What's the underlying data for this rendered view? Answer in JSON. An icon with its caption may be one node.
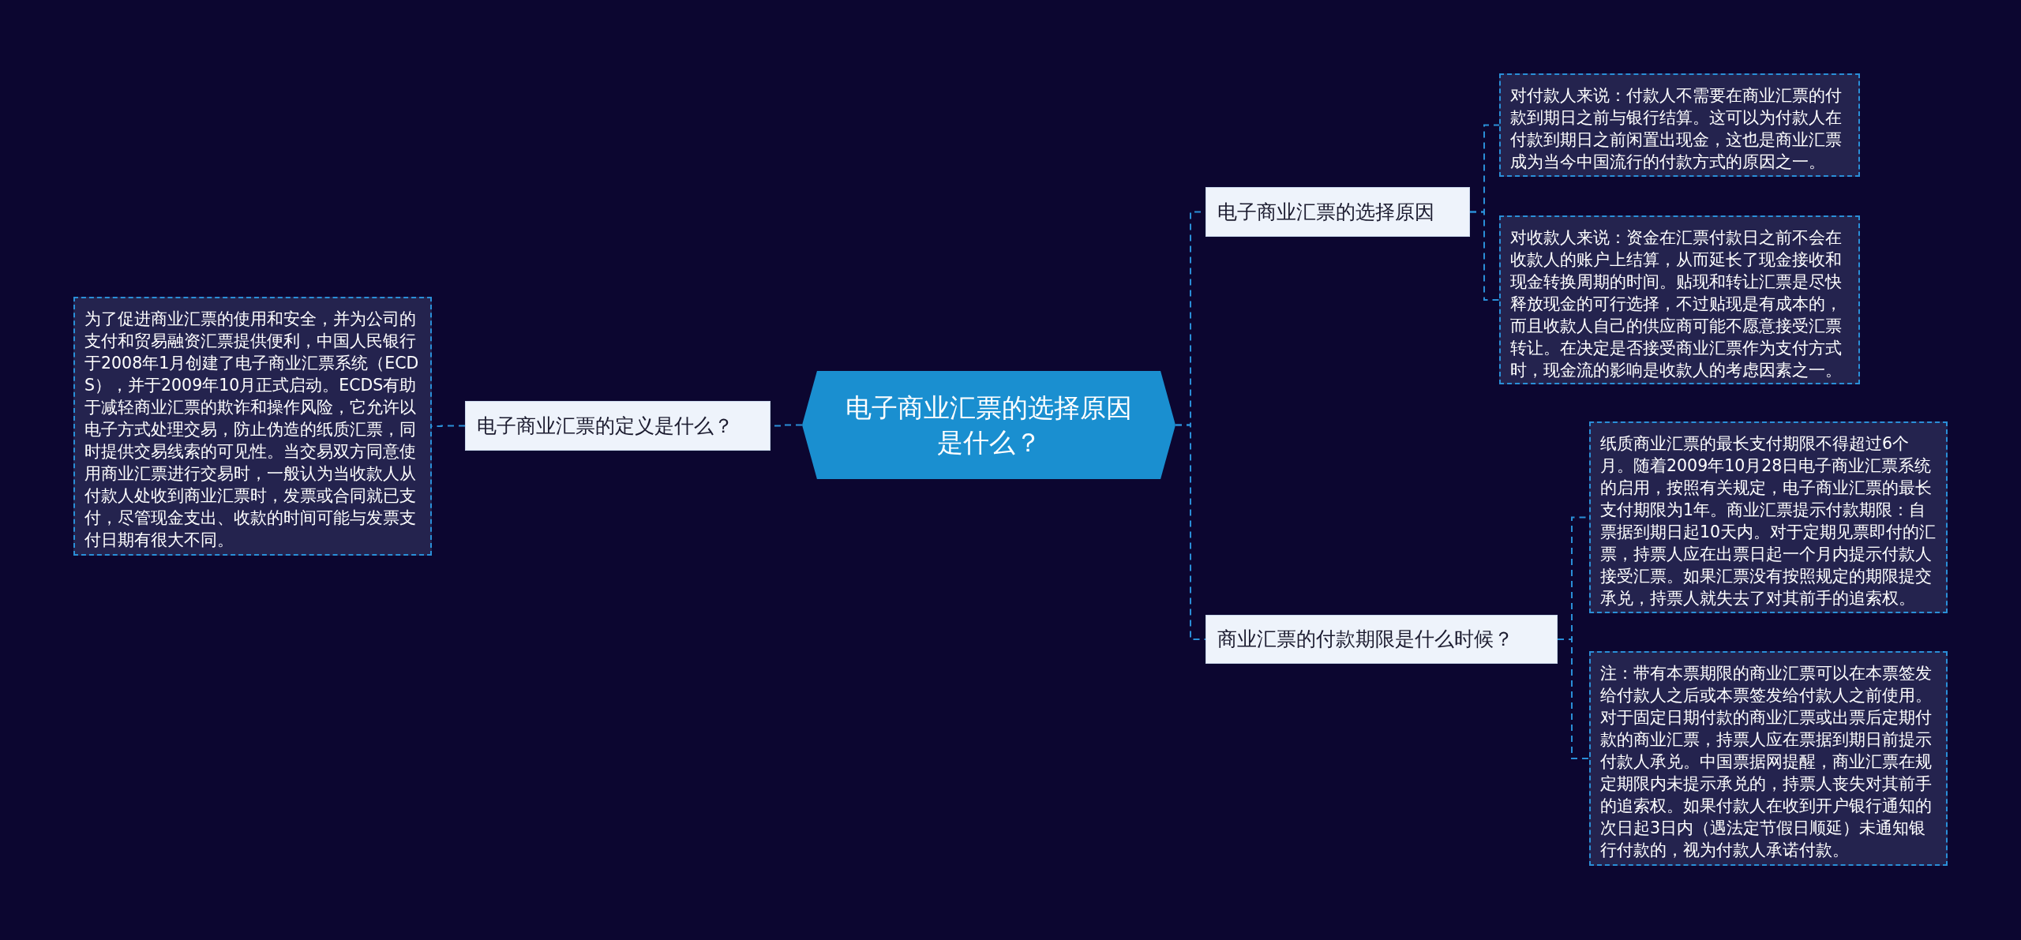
{
  "diagram": {
    "nodes": [
      {
        "text": [
          "电子商业汇票的选择原因是什么？"
        ]
      },
      {
        "text": [
          "电子商业汇票的定义是什么？"
        ]
      },
      {
        "text": [
          "为了促进商业汇票的使用和安全，并为公司的支付和贸易融资汇票提供便利，中国人民银行于2008年1月创建了电子商业汇票系统（ECDS），并于2009年10月正式启动。ECDS有助于减轻商业汇票的欺诈和操作风险，它允许以电子方式处理交易，防止伪造的纸质汇票，同时提供交易线索的可见性。当交易双方同意使用商业汇票进行交易时，一般认为当收款人从付款人处收到商业汇票时，发票或合同就已支付，尽管现金支出、收款的时间可能与发票支付日期有很大不同。"
        ]
      },
      {
        "text": [
          "电子商业汇票的选择原因"
        ]
      },
      {
        "text": [
          "对付款人来说：付款人不需要在商业汇票的付款到期日之前与银行结算。这可以为付款人在付款到期日之前闲置出现金，这也是商业汇票成为当今中国流行的付款方式的原因之一。"
        ]
      },
      {
        "text": [
          "对收款人来说：资金在汇票付款日之前不会在收款人的账户上结算，从而延长了现金接收和现金转换周期的时间。贴现和转让汇票是尽快释放现金的可行选择，不过贴现是有成本的，而且收款人自己的供应商可能不愿意接受汇票转让。在决定是否接受商业汇票作为支付方式时，现金流的影响是收款人的考虑因素之一。"
        ]
      },
      {
        "text": [
          "商业汇票的付款期限是什么时候？"
        ]
      },
      {
        "text": [
          "纸质商业汇票的最长支付期限不得超过6个月。随着2009年10月28日电子商业汇票系统的启用，按照有关规定，电子商业汇票的最长支付期限为1年。商业汇票提示付款期限：自票据到期日起10天内。对于定期见票即付的汇票，持票人应在出票日起一个月内提示付款人接受汇票。如果汇票没有按照规定的期限提交承兑，持票人就失去了对其前手的追索权。"
        ]
      },
      {
        "text": [
          "注：带有本票期限的商业汇票可以在本票签发给付款人之后或本票签发给付款人之前使用。对于固定日期付款的商业汇票或出票后定期付款的商业汇票，持票人应在票据到期日前提示付款人承兑。中国票据网提醒，商业汇票在规定期限内未提示承兑的，持票人丧失对其前手的追索权。如果付款人在收到开户银行通知的次日起3日内（遇法定节假日顺延）未通知银行付款的，视为付款人承诺付款。"
        ]
      }
    ],
    "edges": [
      {
        "from": 0,
        "to": 1,
        "arrow": "none"
      },
      {
        "from": 1,
        "to": 2,
        "arrow": "none"
      },
      {
        "from": 0,
        "to": 3,
        "arrow": "none"
      },
      {
        "from": 3,
        "to": 4,
        "arrow": "none"
      },
      {
        "from": 3,
        "to": 5,
        "arrow": "none"
      },
      {
        "from": 0,
        "to": 6,
        "arrow": "none"
      },
      {
        "from": 6,
        "to": 7,
        "arrow": "none"
      },
      {
        "from": 6,
        "to": 8,
        "arrow": "none"
      }
    ]
  }
}
